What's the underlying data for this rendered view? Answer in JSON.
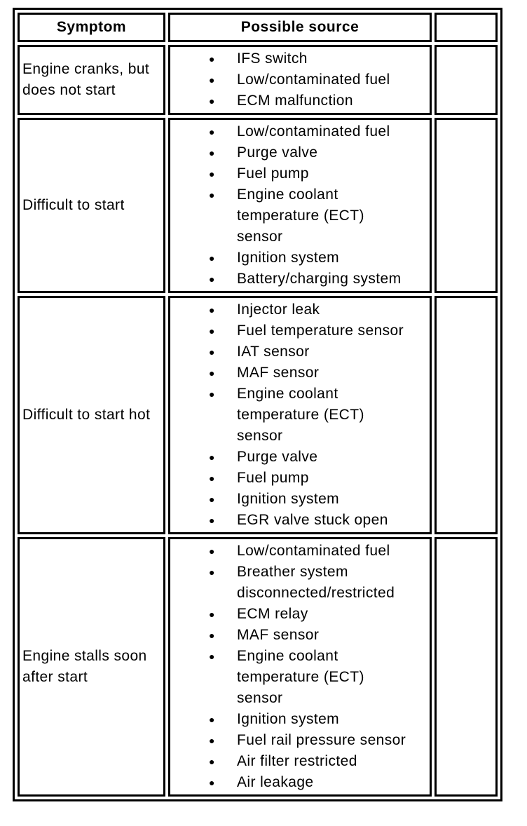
{
  "colors": {
    "background": "#ffffff",
    "border": "#000000",
    "text": "#000000"
  },
  "icons": {
    "bullet": "●"
  },
  "table": {
    "columns": [
      "Symptom",
      "Possible source"
    ],
    "rows": [
      {
        "symptom": "Engine cranks, but\ndoes not start",
        "sources": [
          "IFS switch",
          "Low/contaminated fuel",
          "ECM malfunction"
        ]
      },
      {
        "symptom": "Difficult to start",
        "sources": [
          "Low/contaminated fuel",
          "Purge valve",
          "Fuel pump",
          "Engine coolant\ntemperature (ECT)\nsensor",
          "Ignition system",
          "Battery/charging system"
        ]
      },
      {
        "symptom": "Difficult to start hot",
        "sources": [
          "Injector leak",
          "Fuel temperature sensor",
          "IAT sensor",
          "MAF sensor",
          "Engine coolant\ntemperature (ECT)\nsensor",
          "Purge valve",
          "Fuel pump",
          "Ignition system",
          "EGR valve stuck open"
        ]
      },
      {
        "symptom": "Engine stalls soon\nafter start",
        "sources": [
          "Low/contaminated fuel",
          "Breather system\ndisconnected/restricted",
          "ECM relay",
          "MAF sensor",
          "Engine coolant\ntemperature (ECT)\nsensor",
          "Ignition system",
          "Fuel rail pressure sensor",
          "Air filter restricted",
          "Air leakage"
        ]
      }
    ]
  }
}
